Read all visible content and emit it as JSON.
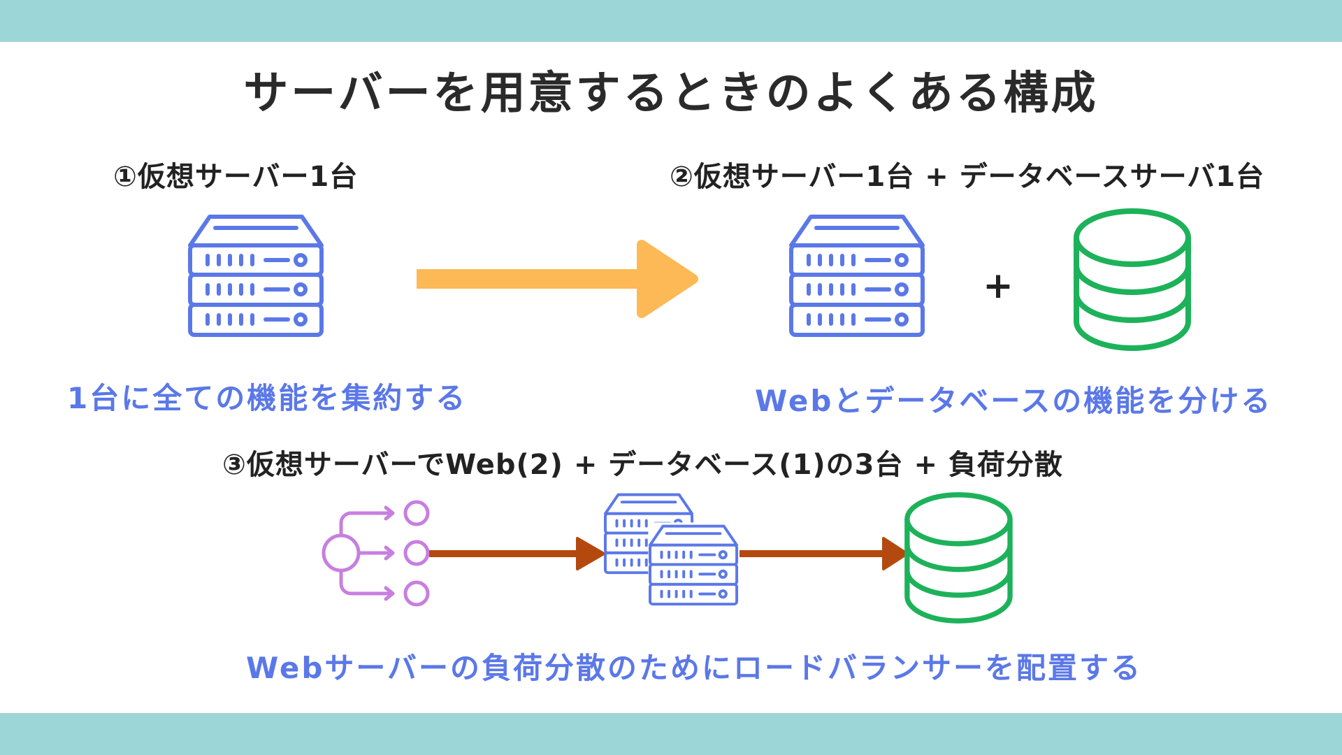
{
  "title": "サーバーを用意するときのよくある構成",
  "sections": [
    {
      "heading": "①仮想サーバー1台",
      "caption": "1台に全ての機能を集約する"
    },
    {
      "heading": "②仮想サーバー1台 + データベースサーバ1台",
      "plus": "+",
      "caption": "Webとデータベースの機能を分ける"
    },
    {
      "heading": "③仮想サーバーでWeb(2) + データベース(1)の3台 + 負荷分散",
      "caption": "Webサーバーの負荷分散のためにロードバランサーを配置する"
    }
  ],
  "icons": {
    "server": "server-icon",
    "database": "database-icon",
    "load_balancer": "load-balancer-icon",
    "arrow": "arrow-icon"
  },
  "colors": {
    "band": "#9dd6d6",
    "server": "#5b78e8",
    "database": "#1db25a",
    "load_balancer": "#c77ee0",
    "big_arrow": "#fdb955",
    "flow_arrow": "#b4490f",
    "caption": "#5b78e8",
    "heading": "#222222"
  }
}
